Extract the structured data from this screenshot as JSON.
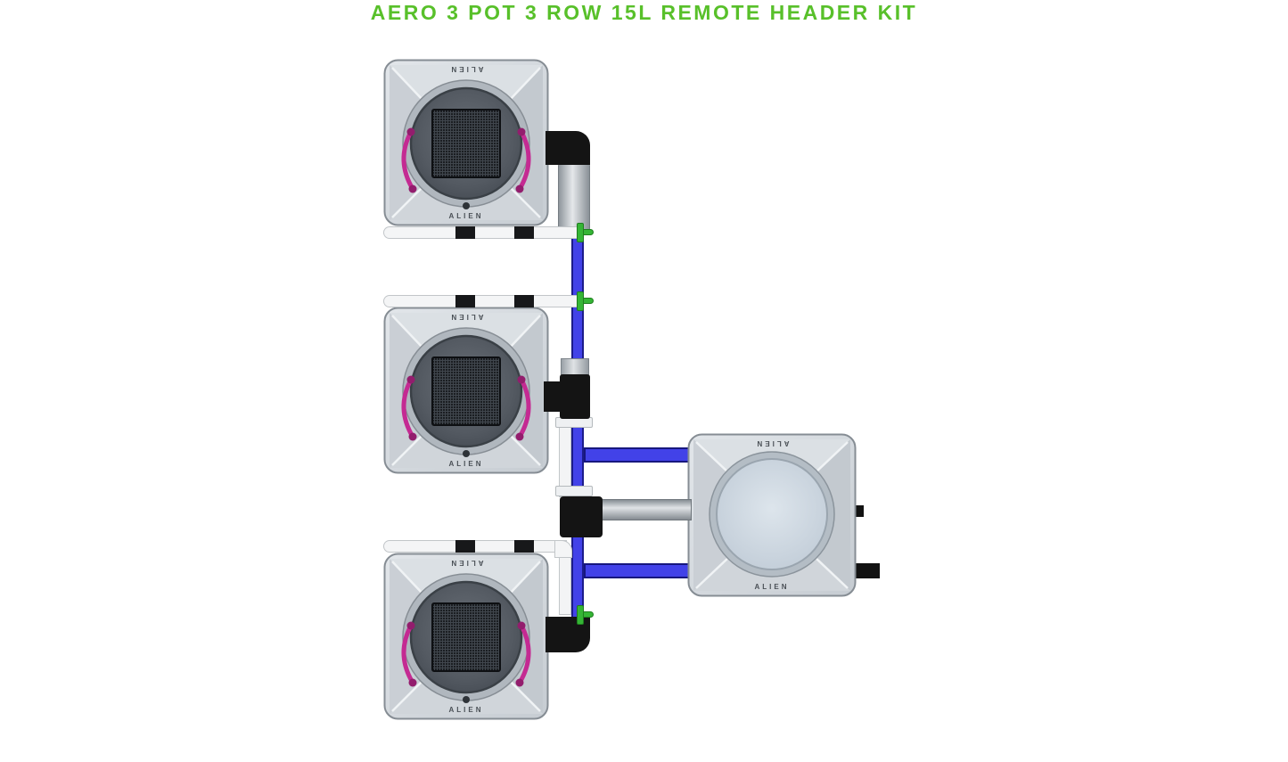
{
  "title": "AERO 3 POT 3 ROW 15L REMOTE HEADER KIT",
  "pots": [
    {
      "id": "pot-1",
      "brand_top": "ALIEN",
      "brand_bottom": "ALIEN"
    },
    {
      "id": "pot-2",
      "brand_top": "ALIEN",
      "brand_bottom": "ALIEN"
    },
    {
      "id": "pot-3",
      "brand_top": "ALIEN",
      "brand_bottom": "ALIEN"
    }
  ],
  "header_tank": {
    "id": "remote-header-tank",
    "brand_top": "ALIEN",
    "brand_bottom": "ALIEN"
  },
  "colors": {
    "title_green": "#58c02a",
    "pipe_blue": "#4242e8",
    "clip_magenta": "#c42a92",
    "valve_green": "#35b535",
    "fitting_black": "#141414",
    "pot_body_gray": "#ccd2d8",
    "lid_dark_gray": "#4e545b",
    "tank_lid_blue_gray": "#ccd6df",
    "pipe_white": "#f4f5f6",
    "pipe_gray": "#b7bec4"
  }
}
